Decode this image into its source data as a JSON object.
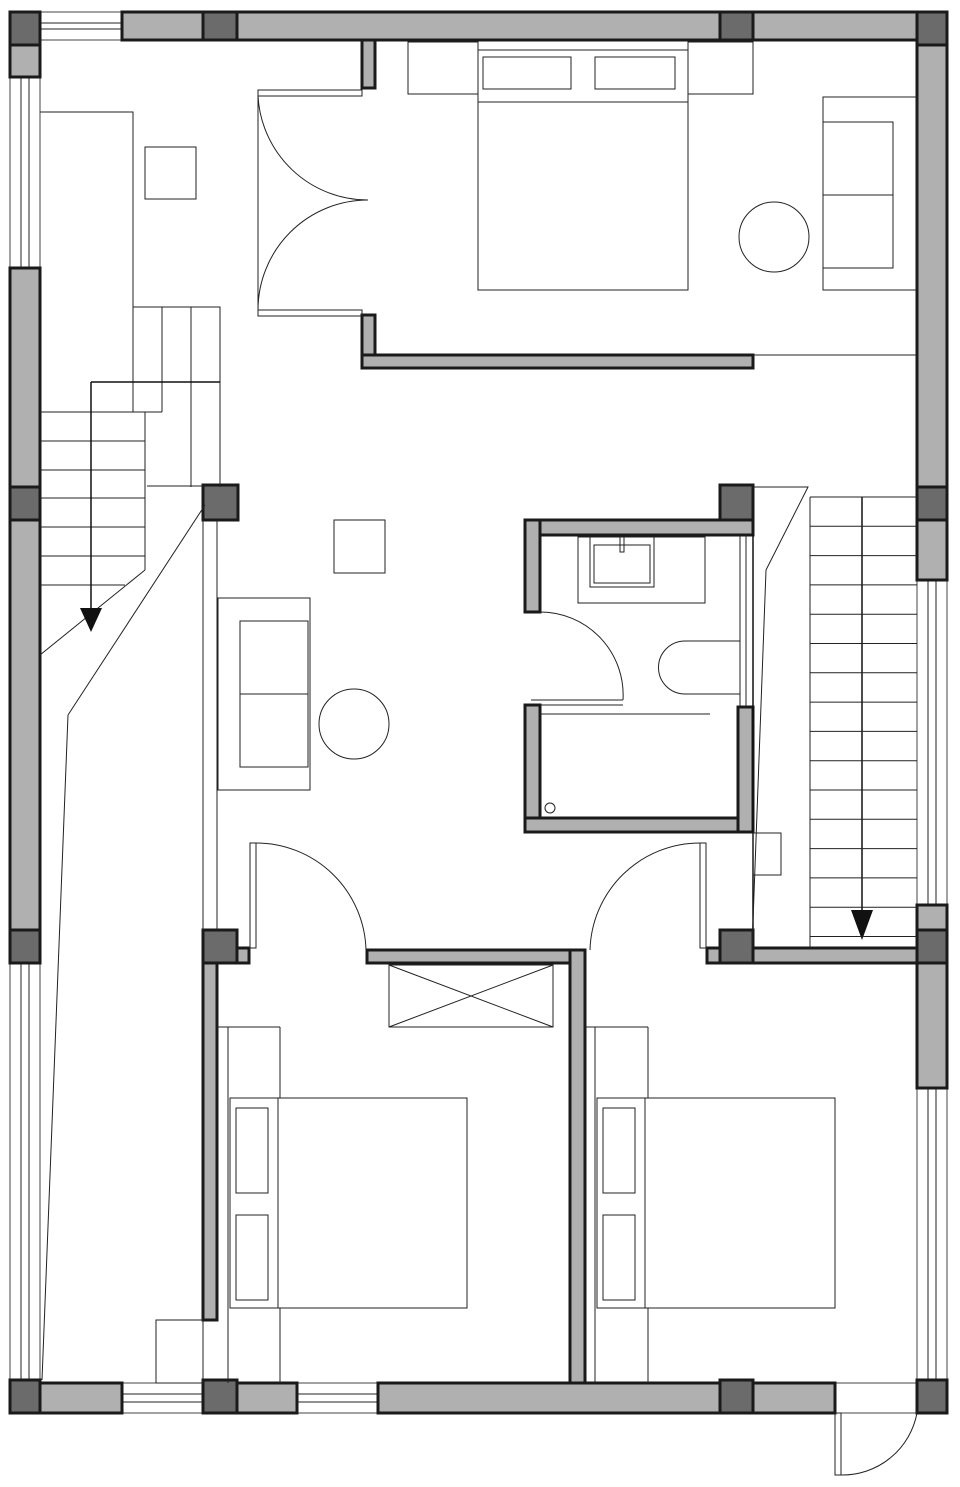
{
  "drawing": {
    "type": "floor-plan",
    "colors": {
      "wall_fill": "#b0b0b0",
      "column_fill": "#6b6b6b",
      "line": "#1a1a1a",
      "background": "#ffffff"
    },
    "stair_direction": [
      "down",
      "down"
    ]
  }
}
